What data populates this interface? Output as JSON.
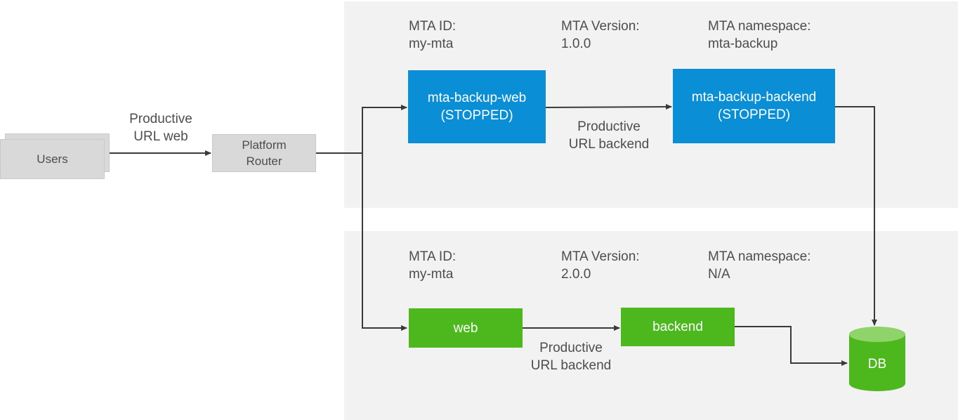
{
  "colors": {
    "panel": "#f2f2f2",
    "stopped_app": "#0a8fd6",
    "running_app": "#4cb81e",
    "neutral": "#d9d9d9",
    "line": "#3a3a3a"
  },
  "users": {
    "label": "Users"
  },
  "router": {
    "label": "Platform\nRouter"
  },
  "entry_edge": {
    "label": "Productive\nURL web"
  },
  "mta_old": {
    "id_label": "MTA ID:",
    "id_value": "my-mta",
    "version_label": "MTA Version:",
    "version_value": "1.0.0",
    "namespace_label": "MTA namespace:",
    "namespace_value": "mta-backup",
    "web_app": "mta-backup-web\n(STOPPED)",
    "backend_app": "mta-backup-backend\n(STOPPED)",
    "edge_label": "Productive\nURL backend"
  },
  "mta_new": {
    "id_label": "MTA ID:",
    "id_value": "my-mta",
    "version_label": "MTA Version:",
    "version_value": "2.0.0",
    "namespace_label": "MTA namespace:",
    "namespace_value": "N/A",
    "web_app": "web",
    "backend_app": "backend",
    "edge_label": "Productive\nURL backend"
  },
  "db": {
    "label": "DB"
  }
}
